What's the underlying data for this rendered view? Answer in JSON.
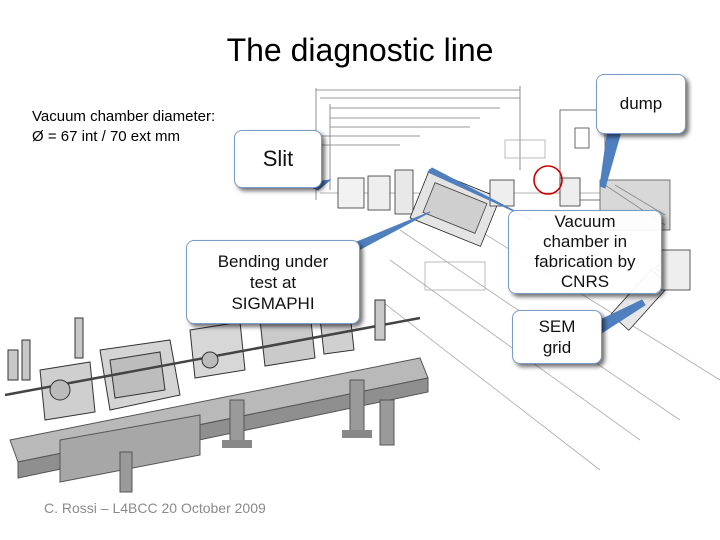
{
  "slide": {
    "title": "The diagnostic line",
    "diameter_line1": "Vacuum chamber diameter:",
    "diameter_line2": "Ø = 67 int / 70 ext mm",
    "footer": "C. Rossi – L4BCC   20 October 2009"
  },
  "callouts": {
    "slit": "Slit",
    "bending": [
      "Bending under",
      "test at",
      "SIGMAPHI"
    ],
    "dump": "dump",
    "vacuum": [
      "Vacuum",
      "chamber in",
      "fabrication by",
      "CNRS"
    ],
    "sem": [
      "SEM",
      "grid"
    ]
  },
  "colors": {
    "callout_border": "#7a9bc7",
    "pointer": "#4f7fbf",
    "drawing_line": "#666666",
    "highlight": "#cc0000",
    "footer_text": "#8a8a8a"
  }
}
